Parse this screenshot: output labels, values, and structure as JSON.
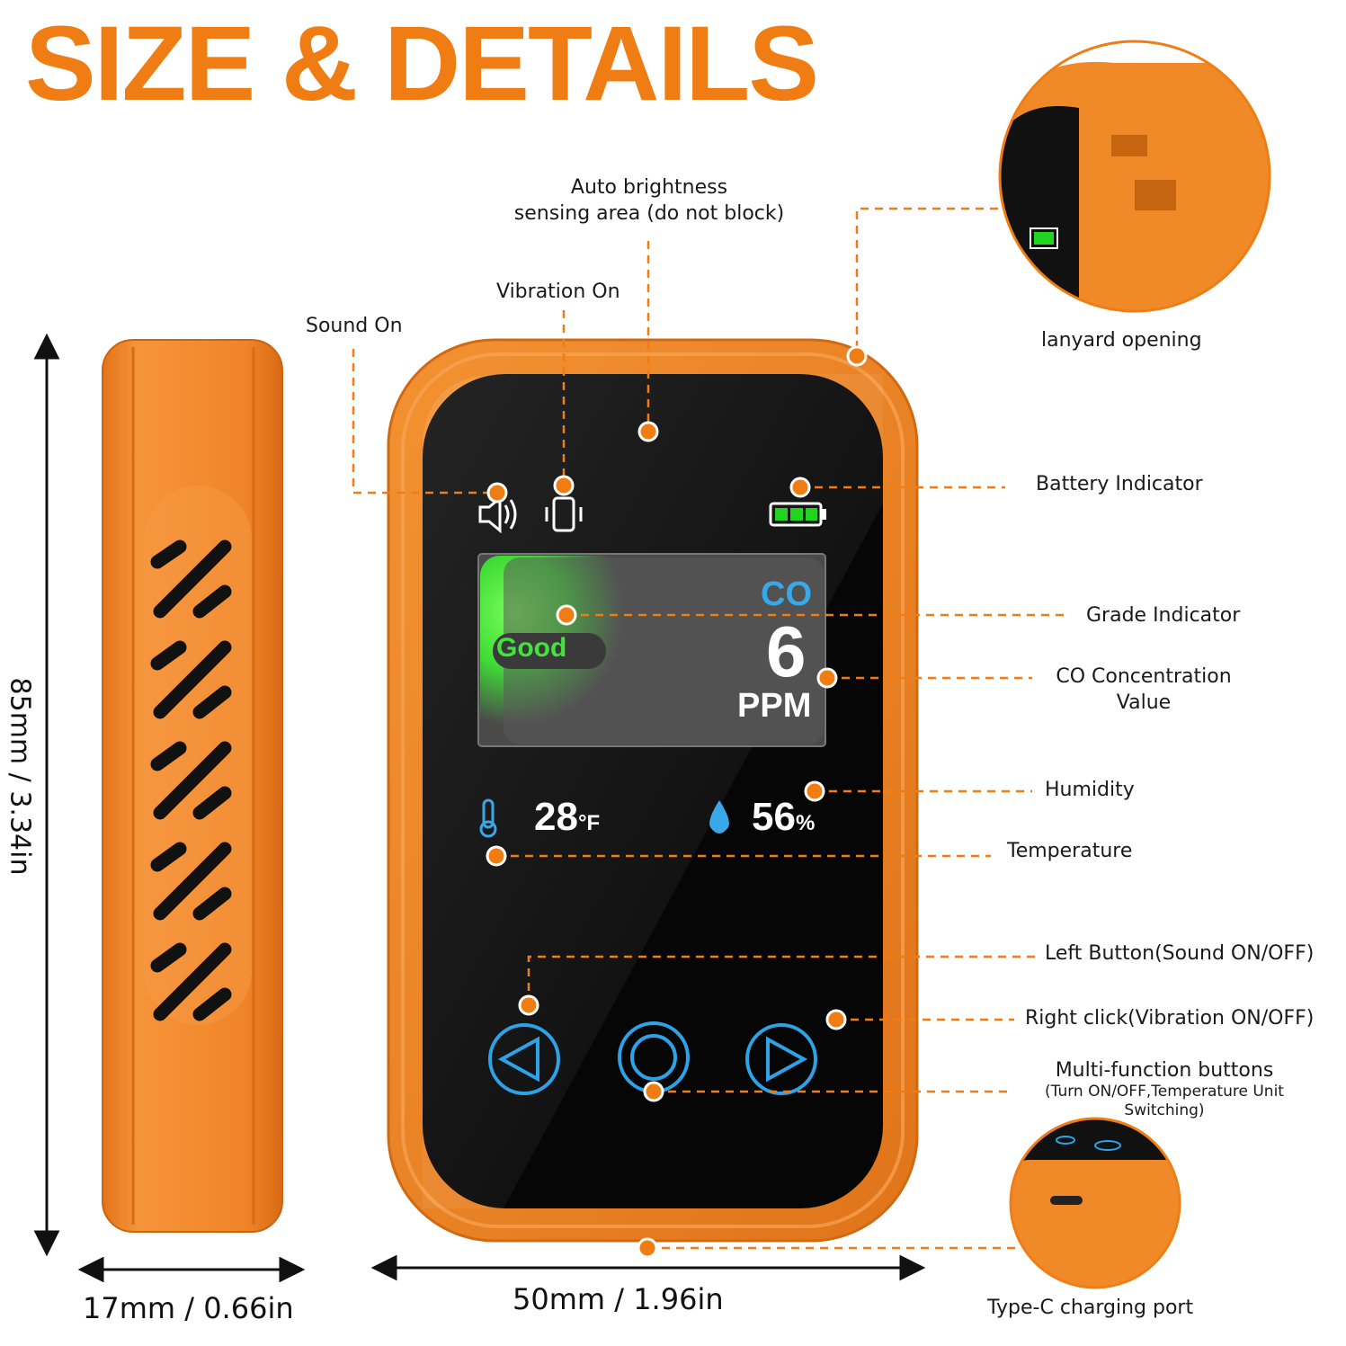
{
  "title": "SIZE & DETAILS",
  "colors": {
    "accent": "#f07d14",
    "device_orange": "#f28a24",
    "screen_black": "#060606",
    "good_green": "#43e23c",
    "icon_blue": "#38a8e8",
    "battery_green": "#22d422"
  },
  "callouts": {
    "auto_brightness": [
      "Auto  brightness",
      "sensing area (do not block)"
    ],
    "vibration_on": "Vibration On",
    "sound_on": "Sound On",
    "lanyard_opening": "lanyard opening",
    "battery_indicator": "Battery Indicator",
    "grade_indicator": "Grade Indicator",
    "co_concentration": [
      "CO Concentration",
      "Value"
    ],
    "humidity": "Humidity",
    "temperature": "Temperature",
    "left_button": "Left Button(Sound ON/OFF)",
    "right_click": "Right click(Vibration ON/OFF)",
    "multi_function": "Multi-function buttons",
    "multi_function_note": [
      "(Turn ON/OFF,Temperature Unit",
      "Switching)"
    ],
    "type_c": "Type-C charging port"
  },
  "dimensions": {
    "height": "85mm / 3.34in",
    "depth": "17mm / 0.66in",
    "width": "50mm / 1.96in"
  },
  "screen": {
    "gas": "CO",
    "value": "6",
    "unit": "PPM",
    "grade": "Good",
    "temperature_value": "28",
    "temperature_unit": "°F",
    "humidity_value": "56",
    "humidity_unit": "%",
    "battery_level": 1.0
  },
  "icons": [
    "speaker-icon",
    "vibration-icon",
    "battery-icon",
    "thermometer-icon",
    "droplet-icon",
    "left-arrow-button-icon",
    "circle-button-icon",
    "right-arrow-button-icon",
    "usb-c-port-icon"
  ]
}
